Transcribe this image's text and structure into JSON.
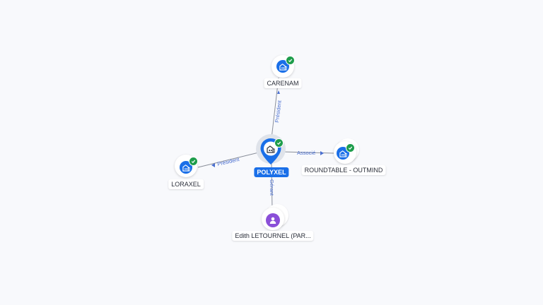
{
  "nodes": {
    "center": {
      "label": "POLYXEL",
      "icon": "building-icon"
    },
    "top": {
      "label": "CARENAM",
      "icon": "building-icon"
    },
    "left": {
      "label": "LORAXEL",
      "icon": "building-icon"
    },
    "right": {
      "label": "ROUNDTABLE - OUTMIND",
      "icon": "building-icon"
    },
    "bottom": {
      "label": "Edith LETOURNEL (PAR...",
      "icon": "person-icon"
    }
  },
  "edges": {
    "top": "Président",
    "left": "Président",
    "right": "Associé",
    "bottom": "Gérant"
  },
  "colors": {
    "primary": "#1a6fe8",
    "person": "#8a4fd8",
    "check": "#1e9d4b",
    "edge_label": "#4a6fd0"
  }
}
